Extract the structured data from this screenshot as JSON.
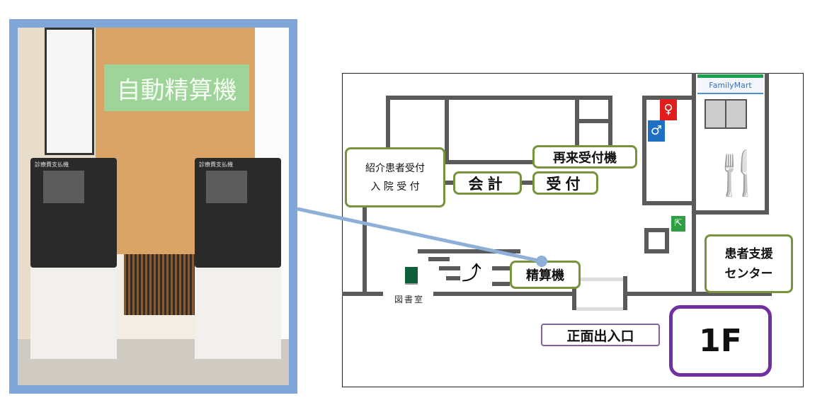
{
  "photo": {
    "sign": "自動精算機",
    "machine_label": "診療費支払機",
    "frame_color": "#7fa6d6"
  },
  "map": {
    "floor": "1F",
    "labels": {
      "referral_line1": "紹介患者受付",
      "referral_line2": "入 院 受 付",
      "accounting": "会計",
      "reception": "受付",
      "revisit_machine": "再来受付機",
      "payment_machine": "精算機",
      "library": "図書室",
      "patient_support_line1": "患者支援",
      "patient_support_line2": "センター",
      "main_entrance": "正面出入口",
      "familymart": "FamilyMart"
    },
    "icons": [
      "female-restroom-icon",
      "male-restroom-icon",
      "fork-knife-icon",
      "emergency-exit-icon",
      "escalator-icon",
      "book-icon",
      "familymart-store-icon"
    ],
    "colors": {
      "label_border": "#77933c",
      "floor_border": "#7030a0",
      "pointer": "#8eb0d8",
      "wall": "#5a5a5a"
    }
  }
}
